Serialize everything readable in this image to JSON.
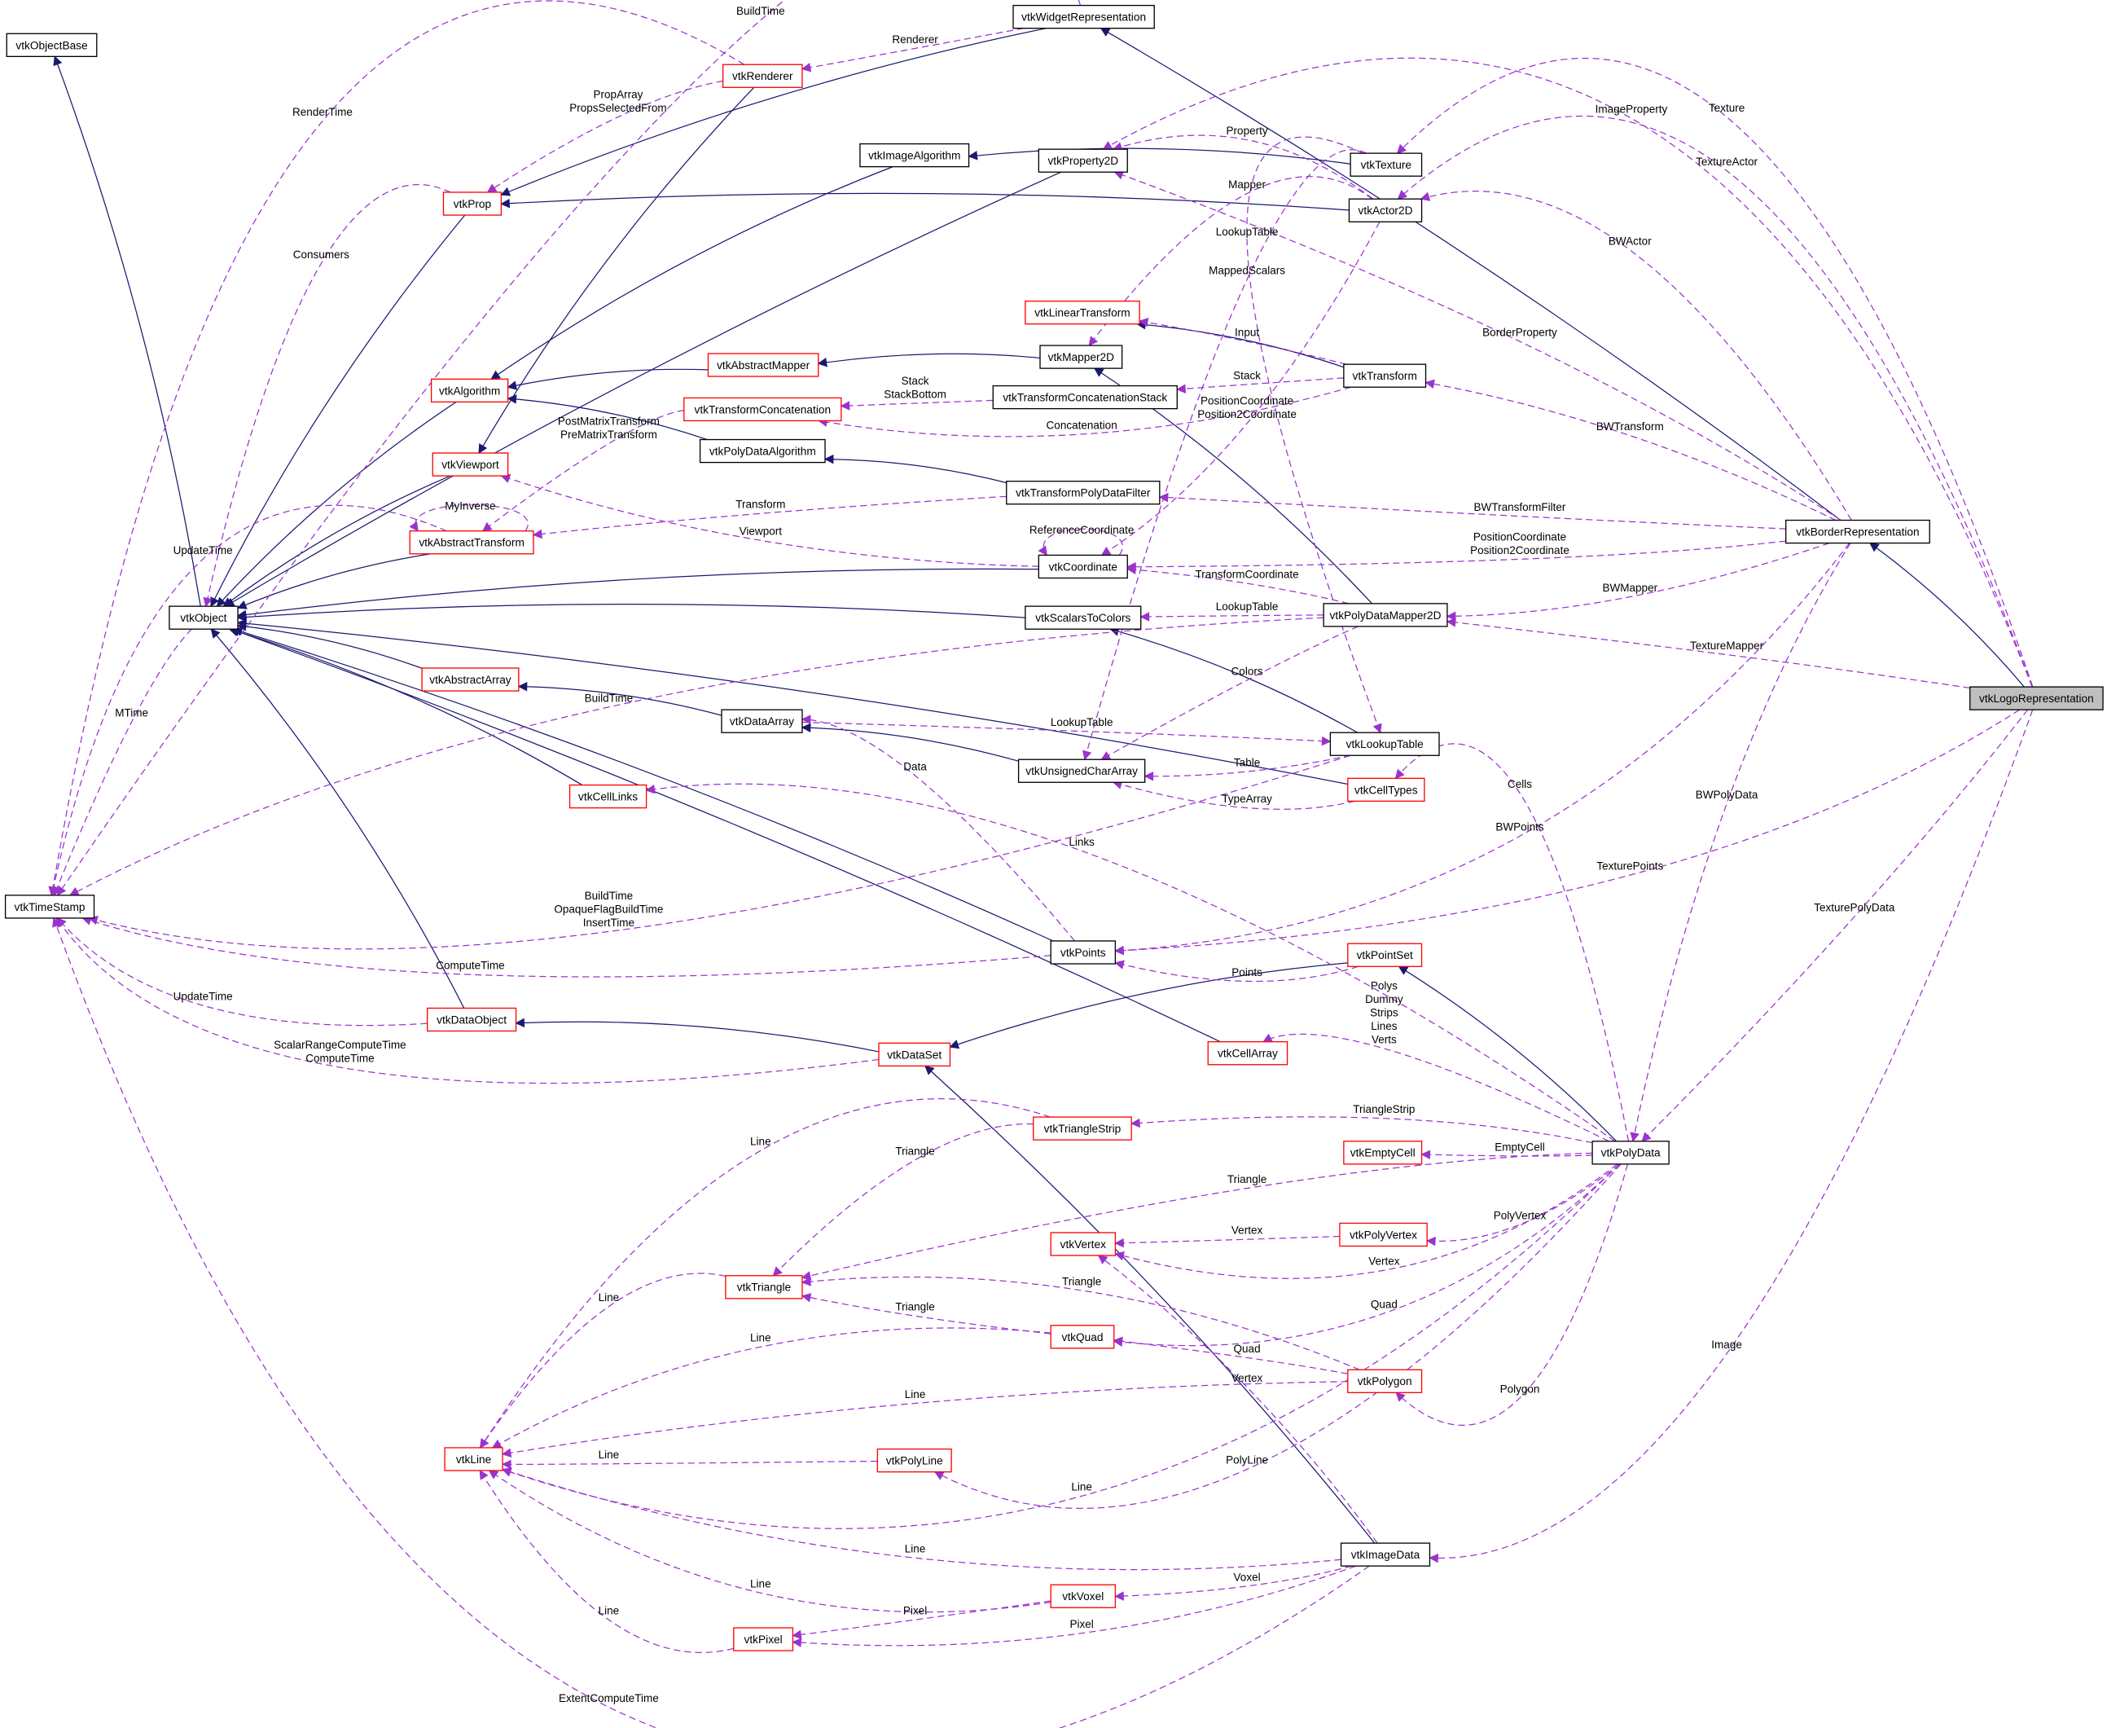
{
  "colors": {
    "inheritance": "#191970",
    "usage": "#9a32cd",
    "truncated_border": "#ff0000",
    "normal_border": "#000000",
    "focus_fill": "#bfbfbf"
  },
  "nodes": [
    {
      "name": "vtkObjectBase",
      "border": "black"
    },
    {
      "name": "vtkWidgetRepresentation",
      "border": "black"
    },
    {
      "name": "vtkRenderer",
      "border": "red"
    },
    {
      "name": "vtkImageAlgorithm",
      "border": "black"
    },
    {
      "name": "vtkProperty2D",
      "border": "black"
    },
    {
      "name": "vtkTexture",
      "border": "black"
    },
    {
      "name": "vtkProp",
      "border": "red"
    },
    {
      "name": "vtkActor2D",
      "border": "black"
    },
    {
      "name": "vtkLinearTransform",
      "border": "red"
    },
    {
      "name": "vtkMapper2D",
      "border": "black"
    },
    {
      "name": "vtkAbstractMapper",
      "border": "red"
    },
    {
      "name": "vtkTransform",
      "border": "black"
    },
    {
      "name": "vtkAlgorithm",
      "border": "red"
    },
    {
      "name": "vtkTransformConcatenationStack",
      "border": "black"
    },
    {
      "name": "vtkTransformConcatenation",
      "border": "red"
    },
    {
      "name": "vtkPolyDataAlgorithm",
      "border": "black"
    },
    {
      "name": "vtkViewport",
      "border": "red"
    },
    {
      "name": "vtkTransformPolyDataFilter",
      "border": "black"
    },
    {
      "name": "vtkBorderRepresentation",
      "border": "black"
    },
    {
      "name": "vtkAbstractTransform",
      "border": "red"
    },
    {
      "name": "vtkCoordinate",
      "border": "black"
    },
    {
      "name": "vtkObject",
      "border": "black"
    },
    {
      "name": "vtkScalarsToColors",
      "border": "black"
    },
    {
      "name": "vtkPolyDataMapper2D",
      "border": "black"
    },
    {
      "name": "vtkAbstractArray",
      "border": "red"
    },
    {
      "name": "vtkLogoRepresentation",
      "border": "black",
      "focus": true
    },
    {
      "name": "vtkDataArray",
      "border": "black"
    },
    {
      "name": "vtkLookupTable",
      "border": "black"
    },
    {
      "name": "vtkUnsignedCharArray",
      "border": "black"
    },
    {
      "name": "vtkCellLinks",
      "border": "red"
    },
    {
      "name": "vtkCellTypes",
      "border": "red"
    },
    {
      "name": "vtkTimeStamp",
      "border": "black"
    },
    {
      "name": "vtkPoints",
      "border": "black"
    },
    {
      "name": "vtkPointSet",
      "border": "red"
    },
    {
      "name": "vtkDataObject",
      "border": "red"
    },
    {
      "name": "vtkDataSet",
      "border": "red"
    },
    {
      "name": "vtkCellArray",
      "border": "red"
    },
    {
      "name": "vtkTriangleStrip",
      "border": "red"
    },
    {
      "name": "vtkPolyData",
      "border": "black"
    },
    {
      "name": "vtkEmptyCell",
      "border": "red"
    },
    {
      "name": "vtkPolyVertex",
      "border": "red"
    },
    {
      "name": "vtkVertex",
      "border": "red"
    },
    {
      "name": "vtkTriangle",
      "border": "red"
    },
    {
      "name": "vtkQuad",
      "border": "red"
    },
    {
      "name": "vtkPolygon",
      "border": "red"
    },
    {
      "name": "vtkLine",
      "border": "red"
    },
    {
      "name": "vtkPolyLine",
      "border": "red"
    },
    {
      "name": "vtkImageData",
      "border": "black"
    },
    {
      "name": "vtkVoxel",
      "border": "red"
    },
    {
      "name": "vtkPixel",
      "border": "red"
    }
  ],
  "inheritance": [
    {
      "from": "vtkObject",
      "to": "vtkObjectBase"
    },
    {
      "from": "vtkWidgetRepresentation",
      "to": "vtkProp"
    },
    {
      "from": "vtkRenderer",
      "to": "vtkViewport"
    },
    {
      "from": "vtkImageAlgorithm",
      "to": "vtkAlgorithm"
    },
    {
      "from": "vtkProperty2D",
      "to": "vtkObject"
    },
    {
      "from": "vtkTexture",
      "to": "vtkImageAlgorithm"
    },
    {
      "from": "vtkProp",
      "to": "vtkObject"
    },
    {
      "from": "vtkActor2D",
      "to": "vtkProp"
    },
    {
      "from": "vtkMapper2D",
      "to": "vtkAbstractMapper"
    },
    {
      "from": "vtkAbstractMapper",
      "to": "vtkAlgorithm"
    },
    {
      "from": "vtkTransform",
      "to": "vtkLinearTransform"
    },
    {
      "from": "vtkAlgorithm",
      "to": "vtkObject"
    },
    {
      "from": "vtkPolyDataAlgorithm",
      "to": "vtkAlgorithm"
    },
    {
      "from": "vtkViewport",
      "to": "vtkObject"
    },
    {
      "from": "vtkTransformPolyDataFilter",
      "to": "vtkPolyDataAlgorithm"
    },
    {
      "from": "vtkBorderRepresentation",
      "to": "vtkWidgetRepresentation"
    },
    {
      "from": "vtkAbstractTransform",
      "to": "vtkObject"
    },
    {
      "from": "vtkCoordinate",
      "to": "vtkObject"
    },
    {
      "from": "vtkScalarsToColors",
      "to": "vtkObject"
    },
    {
      "from": "vtkPolyDataMapper2D",
      "to": "vtkMapper2D"
    },
    {
      "from": "vtkAbstractArray",
      "to": "vtkObject"
    },
    {
      "from": "vtkLogoRepresentation",
      "to": "vtkBorderRepresentation"
    },
    {
      "from": "vtkDataArray",
      "to": "vtkAbstractArray"
    },
    {
      "from": "vtkLookupTable",
      "to": "vtkScalarsToColors"
    },
    {
      "from": "vtkUnsignedCharArray",
      "to": "vtkDataArray"
    },
    {
      "from": "vtkCellLinks",
      "to": "vtkObject"
    },
    {
      "from": "vtkCellTypes",
      "to": "vtkObject"
    },
    {
      "from": "vtkPoints",
      "to": "vtkObject"
    },
    {
      "from": "vtkPointSet",
      "to": "vtkDataSet"
    },
    {
      "from": "vtkDataObject",
      "to": "vtkObject"
    },
    {
      "from": "vtkDataSet",
      "to": "vtkDataObject"
    },
    {
      "from": "vtkCellArray",
      "to": "vtkObject"
    },
    {
      "from": "vtkPolyData",
      "to": "vtkPointSet"
    },
    {
      "from": "vtkImageData",
      "to": "vtkDataSet"
    }
  ],
  "usage": [
    {
      "from": "vtkWidgetRepresentation",
      "to": "vtkTimeStamp",
      "labels": [
        "BuildTime"
      ]
    },
    {
      "from": "vtkWidgetRepresentation",
      "to": "vtkRenderer",
      "labels": [
        "Renderer"
      ]
    },
    {
      "from": "vtkRenderer",
      "to": "vtkTimeStamp",
      "labels": [
        "RenderTime"
      ]
    },
    {
      "from": "vtkRenderer",
      "to": "vtkProp",
      "labels": [
        "PropArray",
        "PropsSelectedFrom"
      ]
    },
    {
      "from": "vtkProp",
      "to": "vtkObject",
      "labels": [
        "Consumers"
      ]
    },
    {
      "from": "vtkLogoRepresentation",
      "to": "vtkProperty2D",
      "labels": [
        "ImageProperty"
      ]
    },
    {
      "from": "vtkLogoRepresentation",
      "to": "vtkTexture",
      "labels": [
        "Texture"
      ]
    },
    {
      "from": "vtkLogoRepresentation",
      "to": "vtkActor2D",
      "labels": [
        "TextureActor"
      ]
    },
    {
      "from": "vtkActor2D",
      "to": "vtkProperty2D",
      "labels": [
        "Property"
      ]
    },
    {
      "from": "vtkActor2D",
      "to": "vtkMapper2D",
      "labels": [
        "Mapper"
      ]
    },
    {
      "from": "vtkTexture",
      "to": "vtkLookupTable",
      "labels": [
        "LookupTable"
      ]
    },
    {
      "from": "vtkTexture",
      "to": "vtkUnsignedCharArray",
      "labels": [
        "MappedScalars"
      ]
    },
    {
      "from": "vtkBorderRepresentation",
      "to": "vtkActor2D",
      "labels": [
        "BWActor"
      ]
    },
    {
      "from": "vtkTransform",
      "to": "vtkLinearTransform",
      "labels": [
        "Input"
      ]
    },
    {
      "from": "vtkBorderRepresentation",
      "to": "vtkProperty2D",
      "labels": [
        "BorderProperty"
      ]
    },
    {
      "from": "vtkTransformConcatenationStack",
      "to": "vtkTransformConcatenation",
      "labels": [
        "Stack",
        "StackBottom"
      ]
    },
    {
      "from": "vtkTransform",
      "to": "vtkTransformConcatenationStack",
      "labels": [
        "Stack"
      ]
    },
    {
      "from": "vtkActor2D",
      "to": "vtkCoordinate",
      "labels": [
        "PositionCoordinate",
        "Position2Coordinate"
      ]
    },
    {
      "from": "vtkTransform",
      "to": "vtkTransformConcatenation",
      "labels": [
        "Concatenation"
      ]
    },
    {
      "from": "vtkBorderRepresentation",
      "to": "vtkTransform",
      "labels": [
        "BWTransform"
      ]
    },
    {
      "from": "vtkTransformConcatenation",
      "to": "vtkAbstractTransform",
      "labels": [
        "PostMatrixTransform",
        "PreMatrixTransform"
      ]
    },
    {
      "from": "vtkAbstractTransform",
      "to": "vtkAbstractTransform",
      "labels": [
        "MyInverse"
      ]
    },
    {
      "from": "vtkTransformPolyDataFilter",
      "to": "vtkAbstractTransform",
      "labels": [
        "Transform"
      ]
    },
    {
      "from": "vtkBorderRepresentation",
      "to": "vtkTransformPolyDataFilter",
      "labels": [
        "BWTransformFilter"
      ]
    },
    {
      "from": "vtkCoordinate",
      "to": "vtkCoordinate",
      "labels": [
        "ReferenceCoordinate"
      ]
    },
    {
      "from": "vtkCoordinate",
      "to": "vtkViewport",
      "labels": [
        "Viewport"
      ]
    },
    {
      "from": "vtkBorderRepresentation",
      "to": "vtkCoordinate",
      "labels": [
        "PositionCoordinate",
        "Position2Coordinate"
      ]
    },
    {
      "from": "vtkPolyDataMapper2D",
      "to": "vtkCoordinate",
      "labels": [
        "TransformCoordinate"
      ]
    },
    {
      "from": "vtkBorderRepresentation",
      "to": "vtkPolyDataMapper2D",
      "labels": [
        "BWMapper"
      ]
    },
    {
      "from": "vtkPolyDataMapper2D",
      "to": "vtkScalarsToColors",
      "labels": [
        "LookupTable"
      ]
    },
    {
      "from": "vtkAbstractTransform",
      "to": "vtkTimeStamp",
      "labels": [
        "UpdateTime"
      ]
    },
    {
      "from": "vtkLogoRepresentation",
      "to": "vtkPolyDataMapper2D",
      "labels": [
        "TextureMapper"
      ]
    },
    {
      "from": "vtkPolyDataMapper2D",
      "to": "vtkUnsignedCharArray",
      "labels": [
        "Colors"
      ]
    },
    {
      "from": "vtkPolyDataMapper2D",
      "to": "vtkTimeStamp",
      "labels": [
        "BuildTime"
      ]
    },
    {
      "from": "vtkObject",
      "to": "vtkTimeStamp",
      "labels": [
        "MTime"
      ]
    },
    {
      "from": "vtkDataArray",
      "to": "vtkLookupTable",
      "labels": [
        "LookupTable"
      ]
    },
    {
      "from": "vtkPoints",
      "to": "vtkDataArray",
      "labels": [
        "Data"
      ]
    },
    {
      "from": "vtkLookupTable",
      "to": "vtkUnsignedCharArray",
      "labels": [
        "Table"
      ]
    },
    {
      "from": "vtkCellTypes",
      "to": "vtkUnsignedCharArray",
      "labels": [
        "TypeArray"
      ]
    },
    {
      "from": "vtkPolyData",
      "to": "vtkCellTypes",
      "labels": [
        "Cells"
      ]
    },
    {
      "from": "vtkBorderRepresentation",
      "to": "vtkPolyData",
      "labels": [
        "BWPolyData"
      ]
    },
    {
      "from": "vtkBorderRepresentation",
      "to": "vtkPoints",
      "labels": [
        "BWPoints"
      ]
    },
    {
      "from": "vtkPolyData",
      "to": "vtkCellLinks",
      "labels": [
        "Links"
      ]
    },
    {
      "from": "vtkLogoRepresentation",
      "to": "vtkPoints",
      "labels": [
        "TexturePoints"
      ]
    },
    {
      "from": "vtkLookupTable",
      "to": "vtkTimeStamp",
      "labels": [
        "BuildTime",
        "OpaqueFlagBuildTime",
        "InsertTime"
      ]
    },
    {
      "from": "vtkLogoRepresentation",
      "to": "vtkPolyData",
      "labels": [
        "TexturePolyData"
      ]
    },
    {
      "from": "vtkPoints",
      "to": "vtkTimeStamp",
      "labels": [
        "ComputeTime"
      ]
    },
    {
      "from": "vtkPointSet",
      "to": "vtkPoints",
      "labels": [
        "Points"
      ]
    },
    {
      "from": "vtkPolyData",
      "to": "vtkCellArray",
      "labels": [
        "Polys",
        "Dummy",
        "Strips",
        "Lines",
        "Verts"
      ]
    },
    {
      "from": "vtkDataObject",
      "to": "vtkTimeStamp",
      "labels": [
        "UpdateTime"
      ]
    },
    {
      "from": "vtkDataSet",
      "to": "vtkTimeStamp",
      "labels": [
        "ScalarRangeComputeTime",
        "ComputeTime"
      ]
    },
    {
      "from": "vtkPolyData",
      "to": "vtkTriangleStrip",
      "labels": [
        "TriangleStrip"
      ]
    },
    {
      "from": "vtkTriangleStrip",
      "to": "vtkLine",
      "labels": [
        "Line"
      ]
    },
    {
      "from": "vtkPolyData",
      "to": "vtkEmptyCell",
      "labels": [
        "EmptyCell"
      ]
    },
    {
      "from": "vtkTriangleStrip",
      "to": "vtkTriangle",
      "labels": [
        "Triangle"
      ]
    },
    {
      "from": "vtkPolyData",
      "to": "vtkTriangle",
      "labels": [
        "Triangle"
      ]
    },
    {
      "from": "vtkPolyData",
      "to": "vtkPolyVertex",
      "labels": [
        "PolyVertex"
      ]
    },
    {
      "from": "vtkPolyVertex",
      "to": "vtkVertex",
      "labels": [
        "Vertex"
      ]
    },
    {
      "from": "vtkPolyData",
      "to": "vtkVertex",
      "labels": [
        "Vertex"
      ]
    },
    {
      "from": "vtkPolygon",
      "to": "vtkTriangle",
      "labels": [
        "Triangle"
      ]
    },
    {
      "from": "vtkTriangle",
      "to": "vtkLine",
      "labels": [
        "Line"
      ]
    },
    {
      "from": "vtkPolyData",
      "to": "vtkQuad",
      "labels": [
        "Quad"
      ]
    },
    {
      "from": "vtkQuad",
      "to": "vtkTriangle",
      "labels": [
        "Triangle"
      ]
    },
    {
      "from": "vtkLogoRepresentation",
      "to": "vtkImageData",
      "labels": [
        "Image"
      ]
    },
    {
      "from": "vtkQuad",
      "to": "vtkLine",
      "labels": [
        "Line"
      ]
    },
    {
      "from": "vtkPolygon",
      "to": "vtkQuad",
      "labels": [
        "Quad"
      ]
    },
    {
      "from": "vtkImageData",
      "to": "vtkVertex",
      "labels": [
        "Vertex"
      ]
    },
    {
      "from": "vtkPolyData",
      "to": "vtkPolygon",
      "labels": [
        "Polygon"
      ]
    },
    {
      "from": "vtkPolygon",
      "to": "vtkLine",
      "labels": [
        "Line"
      ]
    },
    {
      "from": "vtkPolyLine",
      "to": "vtkLine",
      "labels": [
        "Line"
      ]
    },
    {
      "from": "vtkPolyData",
      "to": "vtkPolyLine",
      "labels": [
        "PolyLine"
      ]
    },
    {
      "from": "vtkPolyData",
      "to": "vtkLine",
      "labels": [
        "Line"
      ]
    },
    {
      "from": "vtkImageData",
      "to": "vtkLine",
      "labels": [
        "Line"
      ]
    },
    {
      "from": "vtkImageData",
      "to": "vtkVoxel",
      "labels": [
        "Voxel"
      ]
    },
    {
      "from": "vtkVoxel",
      "to": "vtkLine",
      "labels": [
        "Line"
      ]
    },
    {
      "from": "vtkVoxel",
      "to": "vtkPixel",
      "labels": [
        "Pixel"
      ]
    },
    {
      "from": "vtkPixel",
      "to": "vtkLine",
      "labels": [
        "Line"
      ]
    },
    {
      "from": "vtkImageData",
      "to": "vtkPixel",
      "labels": [
        "Pixel"
      ]
    },
    {
      "from": "vtkImageData",
      "to": "vtkTimeStamp",
      "labels": [
        "ExtentComputeTime"
      ]
    }
  ]
}
